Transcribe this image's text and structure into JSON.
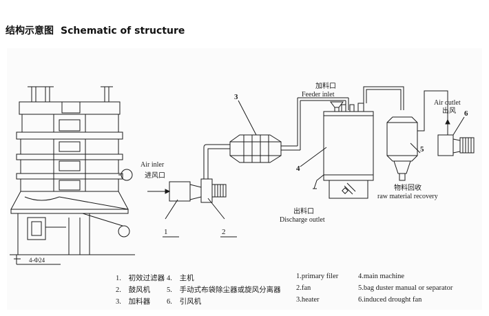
{
  "header": {
    "title_cn": "结构示意图",
    "title_en": "Schematic of structure"
  },
  "labels": {
    "air_inlet_en": "Air inler",
    "air_inlet_cn": "进风口",
    "feeder_inlet_cn": "加料口",
    "feeder_inlet_en": "Feeder inlet",
    "air_outlet_en": "Air outlet",
    "air_outlet_cn": "出风",
    "discharge_cn": "出料口",
    "discharge_en": "Discharge outlet",
    "recovery_cn": "物料回收",
    "recovery_en": "raw material recovery",
    "dimension": "4-Φ24"
  },
  "callouts": [
    "1",
    "2",
    "3",
    "4",
    "5",
    "6"
  ],
  "legend_cn": [
    {
      "num": "1.",
      "text": "初效过滤器"
    },
    {
      "num": "2.",
      "text": "鼓风机"
    },
    {
      "num": "3.",
      "text": "加料器"
    },
    {
      "num": "4.",
      "text": "主机"
    },
    {
      "num": "5.",
      "text": "手动式布袋除尘器或旋风分离器"
    },
    {
      "num": "6.",
      "text": "引风机"
    }
  ],
  "legend_en": [
    {
      "text": "1.primary filer"
    },
    {
      "text": "2.fan"
    },
    {
      "text": "3.heater"
    },
    {
      "text": "4.main machine"
    },
    {
      "text": "5.bag duster manual or separator"
    },
    {
      "text": "6.induced drought fan"
    }
  ]
}
